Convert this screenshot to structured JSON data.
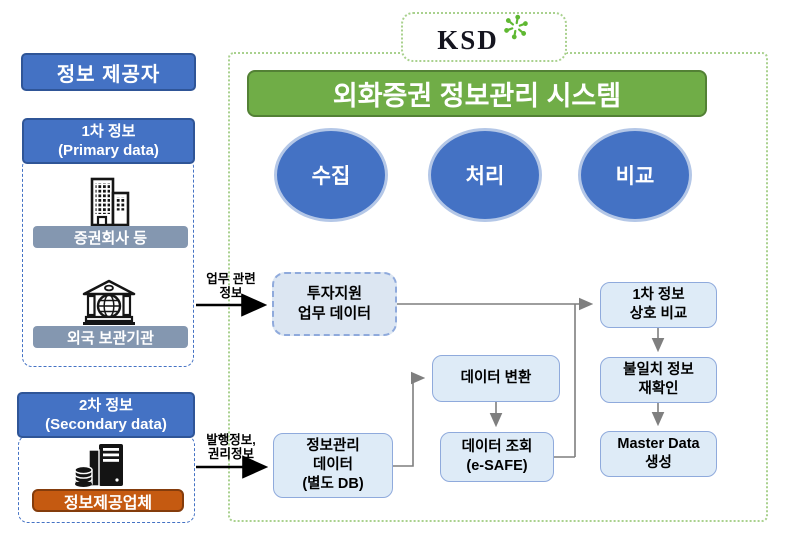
{
  "logo": {
    "text": "KSD",
    "flower_icon": "green-asterisk-flower"
  },
  "provider": {
    "title": "정보 제공자",
    "primary": {
      "heading_line1": "1차 정보",
      "heading_line2": "(Primary data)",
      "source1": {
        "icon": "office-buildings",
        "label": "증권회사 등"
      },
      "source2": {
        "icon": "bank-globe",
        "label": "외국 보관기관"
      }
    },
    "secondary": {
      "heading_line1": "2차 정보",
      "heading_line2": "(Secondary data)",
      "source": {
        "icon": "database-server",
        "label": "정보제공업체"
      }
    }
  },
  "system": {
    "title": "외화증권 정보관리 시스템",
    "stages": [
      {
        "label": "수집"
      },
      {
        "label": "처리"
      },
      {
        "label": "비교"
      }
    ],
    "boxes": {
      "invest": {
        "line1": "투자지원",
        "line2": "업무 데이터"
      },
      "info_mgmt": {
        "line1": "정보관리",
        "line2": "데이터",
        "line3": "(별도 DB)"
      },
      "convert": {
        "line1": "데이터 변환"
      },
      "inquiry": {
        "line1": "데이터 조회",
        "line2": "(e-SAFE)"
      },
      "compare": {
        "line1": "1차 정보",
        "line2": "상호 비교"
      },
      "recheck": {
        "line1": "불일치 정보",
        "line2": "재확인"
      },
      "master": {
        "line1": "Master Data",
        "line2": "생성"
      }
    }
  },
  "edge_labels": {
    "primary": {
      "line1": "업무 관련",
      "line2": "정보"
    },
    "secondary": {
      "line1": "발행정보,",
      "line2": "권리정보"
    }
  },
  "colors": {
    "accent_blue": "#4472C4",
    "accent_blue_border": "#2F5597",
    "light_blue_fill": "#DEEBF7",
    "box_border_blue": "#8FAADC",
    "ellipse_border": "#B4C7E7",
    "green_fill": "#70AD47",
    "green_border": "#538135",
    "dotted_green": "#A9D18E",
    "gray_label": "#8497B0",
    "orange_fill": "#C55A11",
    "orange_border": "#843C0C",
    "connector_gray": "#7f7f7f",
    "logo_green": "#5FB832"
  }
}
